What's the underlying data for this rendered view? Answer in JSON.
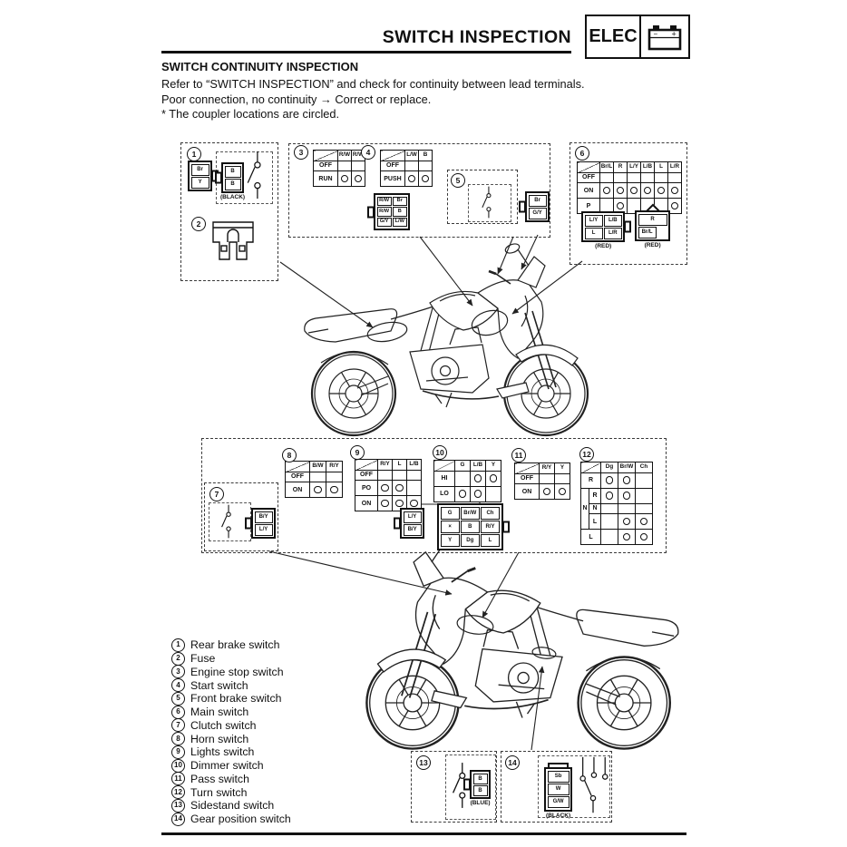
{
  "header": {
    "title": "SWITCH INSPECTION",
    "tag": "ELEC",
    "battery_minus": "−",
    "battery_plus": "+"
  },
  "intro": {
    "heading": "SWITCH CONTINUITY INSPECTION",
    "line1": "Refer to “SWITCH INSPECTION” and check for continuity between lead terminals.",
    "line2": "Poor connection, no continuity → Correct or replace.",
    "line3": "* The coupler locations are circled."
  },
  "diagram": {
    "badges": {
      "b1": "1",
      "b2": "2",
      "b3": "3",
      "b4": "4",
      "b5": "5",
      "b6": "6",
      "b7": "7",
      "b8": "8",
      "b9": "9",
      "b10": "10",
      "b11": "11",
      "b12": "12",
      "b13": "13",
      "b14": "14"
    }
  },
  "switch_tables": [
    {
      "id": "t3",
      "label_cols": 1,
      "cols": [
        "R/W",
        "R/W"
      ],
      "rows": [
        {
          "label": "OFF"
        },
        {
          "label": "RUN",
          "circles": [
            0,
            1
          ],
          "lines": [
            [
              0,
              1
            ]
          ]
        }
      ]
    },
    {
      "id": "t4",
      "label_cols": 1,
      "cols": [
        "L/W",
        "B"
      ],
      "rows": [
        {
          "label": "OFF"
        },
        {
          "label": "PUSH",
          "circles": [
            0,
            1
          ],
          "lines": [
            [
              0,
              1
            ]
          ]
        }
      ]
    },
    {
      "id": "t6",
      "label_cols": 1,
      "cols": [
        "Br/L",
        "R",
        "L/Y",
        "L/B",
        "L",
        "L/R"
      ],
      "rows": [
        {
          "label": "OFF"
        },
        {
          "label": "ON",
          "circles": [
            0,
            1,
            2,
            3,
            4,
            5
          ],
          "lines": [
            [
              0,
              1
            ],
            [
              2,
              3
            ],
            [
              4,
              5
            ]
          ]
        },
        {
          "label": "P",
          "circles": [
            1,
            5
          ],
          "lines": [
            [
              1,
              5
            ]
          ]
        }
      ]
    },
    {
      "id": "t8",
      "label_cols": 1,
      "cols": [
        "B/W",
        "R/Y"
      ],
      "rows": [
        {
          "label": "OFF"
        },
        {
          "label": "ON",
          "circles": [
            0,
            1
          ],
          "lines": [
            [
              0,
              1
            ]
          ]
        }
      ]
    },
    {
      "id": "t9",
      "label_cols": 1,
      "cols": [
        "R/Y",
        "L",
        "L/B"
      ],
      "rows": [
        {
          "label": "OFF"
        },
        {
          "label": "PO",
          "circles": [
            0,
            1
          ],
          "lines": [
            [
              0,
              1
            ]
          ]
        },
        {
          "label": "ON",
          "circles": [
            0,
            1,
            2
          ],
          "lines": [
            [
              0,
              2
            ]
          ]
        }
      ]
    },
    {
      "id": "t10",
      "label_cols": 1,
      "cols": [
        "G",
        "L/B",
        "Y"
      ],
      "rows": [
        {
          "label": "HI",
          "circles": [
            1,
            2
          ],
          "lines": [
            [
              1,
              2
            ]
          ]
        },
        {
          "label": "LO",
          "circles": [
            0,
            1
          ],
          "lines": [
            [
              0,
              1
            ]
          ]
        }
      ]
    },
    {
      "id": "t11",
      "label_cols": 1,
      "cols": [
        "R/Y",
        "Y"
      ],
      "rows": [
        {
          "label": "OFF"
        },
        {
          "label": "ON",
          "circles": [
            0,
            1
          ],
          "lines": [
            [
              0,
              1
            ]
          ]
        }
      ]
    },
    {
      "id": "t12",
      "label_cols": 2,
      "cols": [
        "Dg",
        "Br/W",
        "Ch"
      ],
      "rows": [
        {
          "label": "R",
          "span": 2,
          "circles": [
            0,
            1
          ],
          "lines": [
            [
              0,
              1
            ]
          ]
        },
        {
          "group": "N",
          "grouprows": 3,
          "label": "R",
          "circles": [
            0,
            1
          ],
          "lines": [
            [
              0,
              1
            ]
          ]
        },
        {
          "label": "N"
        },
        {
          "label": "L",
          "circles": [
            1,
            2
          ],
          "lines": [
            [
              1,
              2
            ]
          ]
        },
        {
          "label": "L",
          "span": 2,
          "circles": [
            1,
            2
          ],
          "lines": [
            [
              1,
              2
            ]
          ]
        }
      ]
    }
  ],
  "connectors": [
    {
      "id": "c1",
      "rows": [
        [
          "Br"
        ],
        [
          "Y"
        ]
      ],
      "tab": "right"
    },
    {
      "id": "c1b",
      "rows": [
        [
          "B"
        ],
        [
          "B"
        ]
      ],
      "tab": "left",
      "caption": "(BLACK)"
    },
    {
      "id": "c34",
      "rows": [
        [
          "R/W",
          "Br"
        ],
        [
          "R/W",
          "B"
        ],
        [
          "G/Y",
          "L/W"
        ]
      ],
      "tab": "left"
    },
    {
      "id": "c5",
      "rows": [
        [
          "Br"
        ],
        [
          "G/Y"
        ]
      ],
      "tab": "left"
    },
    {
      "id": "c6a",
      "rows": [
        [
          "L/Y",
          "L/B"
        ],
        [
          "L",
          "L/R"
        ]
      ],
      "tab": "right",
      "caption": "(RED)"
    },
    {
      "id": "c6b",
      "rows": [
        [
          "R"
        ],
        [
          "Br/L"
        ]
      ],
      "notch": true,
      "caption": "(RED)"
    },
    {
      "id": "c7",
      "rows": [
        [
          "B/Y"
        ],
        [
          "L/Y"
        ]
      ],
      "tab": "left"
    },
    {
      "id": "c910a",
      "rows": [
        [
          "L/Y"
        ],
        [
          "B/Y"
        ]
      ],
      "tab": "left"
    },
    {
      "id": "c910b",
      "rows": [
        [
          "G",
          "Br/W",
          "Ch"
        ],
        [
          "×",
          "B",
          "R/Y"
        ],
        [
          "Y",
          "Dg",
          "L"
        ]
      ],
      "tab": "right"
    },
    {
      "id": "c13",
      "rows": [
        [
          "B"
        ],
        [
          "B"
        ]
      ],
      "tab": "left",
      "caption": "(BLUE)"
    },
    {
      "id": "c14",
      "rows": [
        [
          "Sb"
        ],
        [
          "W"
        ],
        [
          "G/W"
        ]
      ],
      "cap": true,
      "caption": "(BLACK)"
    }
  ],
  "legend": [
    {
      "num": "1",
      "label": "Rear brake switch"
    },
    {
      "num": "2",
      "label": "Fuse"
    },
    {
      "num": "3",
      "label": "Engine stop switch"
    },
    {
      "num": "4",
      "label": "Start switch"
    },
    {
      "num": "5",
      "label": "Front brake switch"
    },
    {
      "num": "6",
      "label": "Main switch"
    },
    {
      "num": "7",
      "label": "Clutch switch"
    },
    {
      "num": "8",
      "label": "Horn switch"
    },
    {
      "num": "9",
      "label": "Lights switch"
    },
    {
      "num": "10",
      "label": "Dimmer switch"
    },
    {
      "num": "11",
      "label": "Pass switch"
    },
    {
      "num": "12",
      "label": "Turn switch"
    },
    {
      "num": "13",
      "label": "Sidestand switch"
    },
    {
      "num": "14",
      "label": "Gear position switch"
    }
  ]
}
